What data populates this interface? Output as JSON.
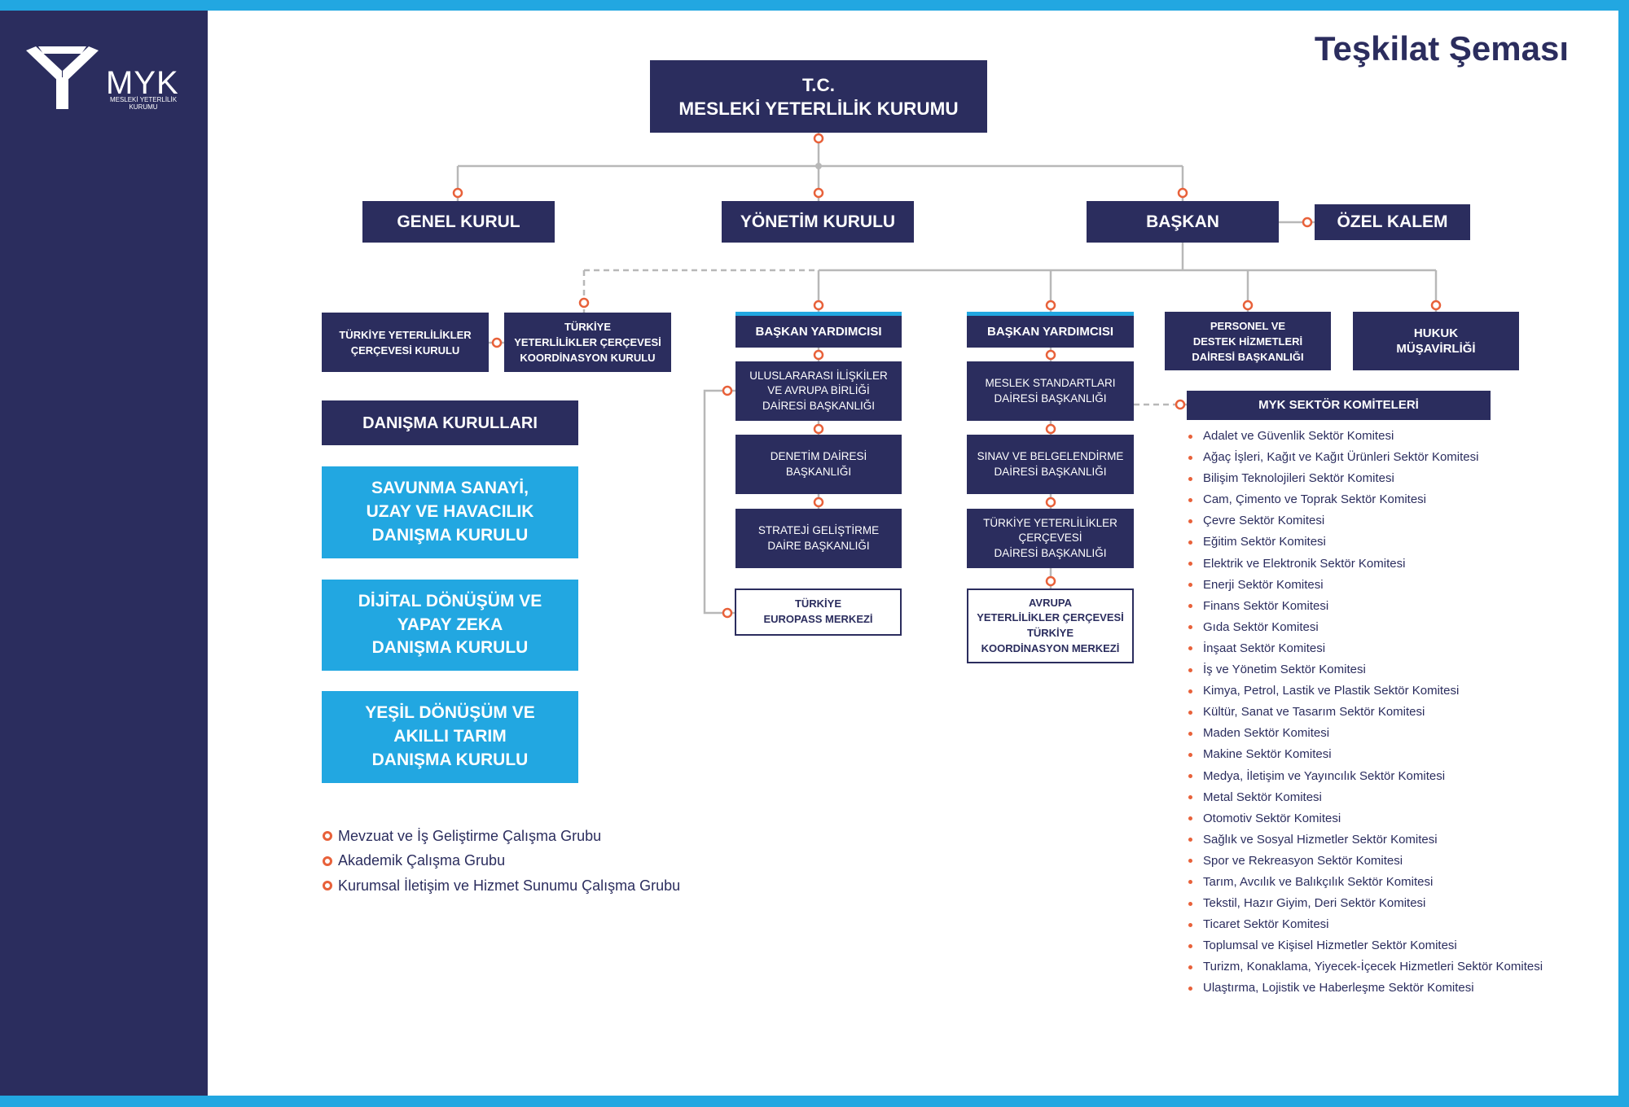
{
  "title": "Teşkilat Şeması",
  "colors": {
    "navy": "#2b2d5e",
    "light_blue": "#22a7e1",
    "accent": "#e8613a",
    "connector": "#b8b8b8"
  },
  "logo": {
    "icon": "myk-logo-icon",
    "brand": "MYK",
    "line1": "MESLEKİ YETERLİLİK",
    "line2": "KURUMU"
  },
  "root": {
    "line1": "T.C.",
    "line2": "MESLEKİ YETERLİLİK KURUMU"
  },
  "top_level": {
    "genel_kurul": "GENEL KURUL",
    "yonetim_kurulu": "YÖNETİM KURULU",
    "baskan": "BAŞKAN",
    "ozel_kalem": "ÖZEL KALEM"
  },
  "qualifications_framework": {
    "council": "TÜRKİYE YETERLİLİKLER\nÇERÇEVESİ KURULU",
    "coordination_council": "TÜRKİYE\nYETERLİLİKLER ÇERÇEVESİ\nKOORDİNASYON KURULU"
  },
  "vice_president_left": {
    "title": "BAŞKAN YARDIMCISI",
    "departments": [
      "ULUSLARARASI İLİŞKİLER\nVE AVRUPA BİRLİĞİ\nDAİRESİ BAŞKANLIĞI",
      "DENETİM DAİRESİ\nBAŞKANLIĞI",
      "STRATEJİ GELİŞTİRME\nDAİRE BAŞKANLIĞI"
    ],
    "center": "TÜRKİYE\nEUROPASS MERKEZİ"
  },
  "vice_president_right": {
    "title": "BAŞKAN YARDIMCISI",
    "departments": [
      "MESLEK STANDARTLARI\nDAİRESİ BAŞKANLIĞI",
      "SINAV VE BELGELENDİRME\nDAİRESİ BAŞKANLIĞI",
      "TÜRKİYE YETERLİLİKLER\nÇERÇEVESİ\nDAİRESİ BAŞKANLIĞI"
    ],
    "center": "AVRUPA\nYETERLİLİKLER ÇERÇEVESİ\nTÜRKİYE\nKOORDİNASYON MERKEZİ"
  },
  "personnel_department": "PERSONEL VE\nDESTEK HİZMETLERİ\nDAİRESİ BAŞKANLIĞI",
  "legal_counsel": "HUKUK\nMÜŞAVİRLİĞİ",
  "advisory": {
    "heading": "DANIŞMA KURULLARI",
    "councils": [
      "SAVUNMA SANAYİ,\nUZAY VE HAVACILIK\nDANIŞMA KURULU",
      "DİJİTAL DÖNÜŞÜM VE\nYAPAY ZEKA\nDANIŞMA KURULU",
      "YEŞİL DÖNÜŞÜM VE\nAKILLI TARIM\nDANIŞMA KURULU"
    ]
  },
  "working_groups": [
    "Mevzuat ve İş Geliştirme Çalışma Grubu",
    "Akademik Çalışma Grubu",
    "Kurumsal İletişim ve Hizmet Sunumu Çalışma Grubu"
  ],
  "sector_committees": {
    "heading": "MYK SEKTÖR KOMİTELERİ",
    "items": [
      "Adalet ve Güvenlik Sektör Komitesi",
      "Ağaç İşleri, Kağıt ve Kağıt Ürünleri Sektör Komitesi",
      "Bilişim Teknolojileri Sektör Komitesi",
      "Cam, Çimento ve Toprak Sektör Komitesi",
      "Çevre Sektör Komitesi",
      "Eğitim Sektör Komitesi",
      "Elektrik ve Elektronik Sektör Komitesi",
      "Enerji Sektör Komitesi",
      "Finans Sektör Komitesi",
      "Gıda Sektör Komitesi",
      "İnşaat Sektör Komitesi",
      "İş ve Yönetim Sektör Komitesi",
      "Kimya, Petrol, Lastik ve Plastik Sektör Komitesi",
      "Kültür, Sanat ve Tasarım Sektör Komitesi",
      "Maden Sektör Komitesi",
      "Makine Sektör Komitesi",
      "Medya, İletişim ve Yayıncılık Sektör Komitesi",
      "Metal Sektör Komitesi",
      "Otomotiv Sektör Komitesi",
      "Sağlık ve Sosyal Hizmetler Sektör Komitesi",
      "Spor ve Rekreasyon Sektör Komitesi",
      "Tarım, Avcılık ve Balıkçılık Sektör Komitesi",
      "Tekstil, Hazır Giyim, Deri Sektör Komitesi",
      "Ticaret Sektör Komitesi",
      "Toplumsal ve Kişisel Hizmetler Sektör Komitesi",
      "Turizm, Konaklama, Yiyecek-İçecek Hizmetleri Sektör Komitesi",
      "Ulaştırma, Lojistik ve Haberleşme Sektör Komitesi"
    ]
  }
}
